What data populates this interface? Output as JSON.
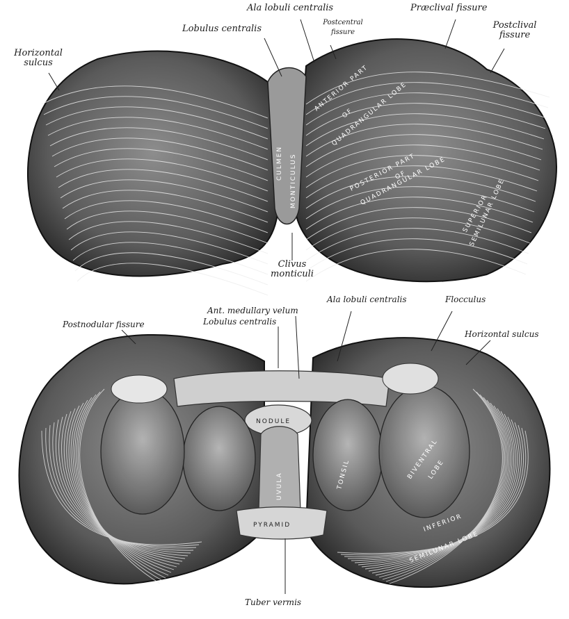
{
  "top_view": {
    "labels": {
      "ala_lobuli_centralis": "Ala lobuli centralis",
      "praeclival_fissure": "Præclival fissure",
      "lobulus_centralis": "Lobulus centralis",
      "postcentral_fissure_1": "Postcentral",
      "postcentral_fissure_2": "fissure",
      "postclival_fissure_1": "Postclival",
      "postclival_fissure_2": "fissure",
      "horizontal_sulcus_1": "Horizontal",
      "horizontal_sulcus_2": "sulcus",
      "clivus_monticuli_1": "Clivus",
      "clivus_monticuli_2": "monticuli"
    },
    "regions": {
      "anterior_part": "ANTERIOR PART",
      "of_1": "OF",
      "quadrangular_lobe_1": "QUADRANGULAR LOBE",
      "posterior_part": "POSTERIOR PART",
      "of_2": "OF",
      "quadrangular_lobe_2": "QUADRANGULAR LOBE",
      "superior": "SUPERIOR",
      "semilunar_lobe": "SEMILUNAR LOBE",
      "culmen": "CULMEN",
      "monticulus": "MONTICULUS"
    }
  },
  "bottom_view": {
    "labels": {
      "postnodular_fissure": "Postnodular fissure",
      "ant_medullary_velum": "Ant. medullary velum",
      "lobulus_centralis": "Lobulus centralis",
      "ala_lobuli_centralis": "Ala lobuli centralis",
      "flocculus": "Flocculus",
      "horizontal_sulcus": "Horizontal sulcus",
      "tuber_vermis": "Tuber vermis"
    },
    "regions": {
      "nodule": "NODULE",
      "uvula": "UVULA",
      "tonsil": "TONSIL",
      "biventral": "BIVENTRAL",
      "lobe": "LOBE",
      "inferior": "INFERIOR",
      "semilunar_lobe": "SEMILUNAR LOBE",
      "pyramid": "PYRAMID"
    }
  }
}
